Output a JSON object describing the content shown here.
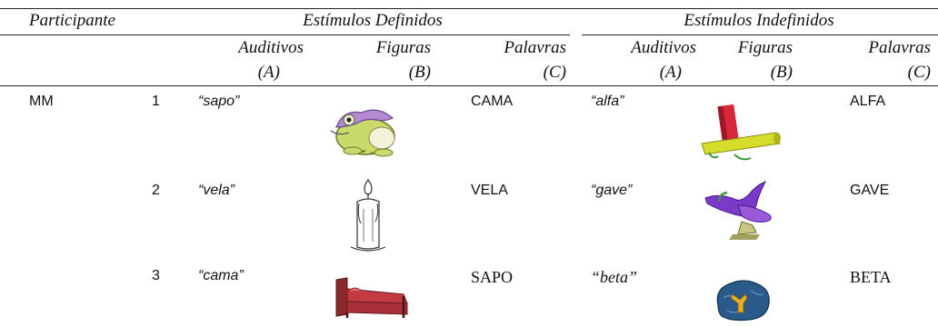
{
  "header": {
    "participant": "Participante",
    "defined": "Estímulos Definidos",
    "undefined": "Estímulos Indefinidos",
    "columns": [
      {
        "name": "Auditivos",
        "code": "(A)"
      },
      {
        "name": "Figuras",
        "code": "(B)"
      },
      {
        "name": "Palavras",
        "code": "(C)"
      },
      {
        "name": "Auditivos",
        "code": "(A)"
      },
      {
        "name": "Figuras",
        "code": "(B)"
      },
      {
        "name": "Palavras",
        "code": "(C)"
      }
    ]
  },
  "participant_id": "MM",
  "rows": [
    {
      "num": "1",
      "def_audio": "“sapo”",
      "def_figure": "frog",
      "def_word": "CAMA",
      "undef_audio": "“alfa”",
      "undef_figure": "red-block-on-yellow-bar",
      "undef_word": "ALFA"
    },
    {
      "num": "2",
      "def_audio": "“vela”",
      "def_figure": "candle",
      "def_word": "VELA",
      "undef_audio": "“gave”",
      "undef_figure": "purple-abstract-shape",
      "undef_word": "GAVE"
    },
    {
      "num": "3",
      "def_audio": "“cama”",
      "def_figure": "bed",
      "def_word": "SAPO",
      "undef_audio": "“beta”",
      "undef_figure": "blue-yellow-blob",
      "undef_word": "BETA"
    }
  ]
}
